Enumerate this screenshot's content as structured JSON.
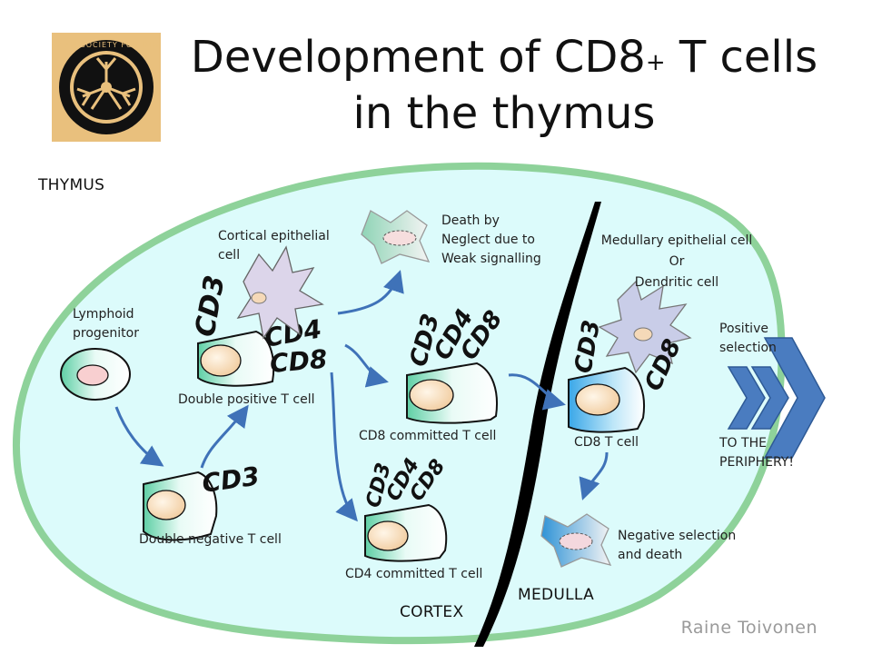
{
  "title": {
    "line1_main": "Development of CD8",
    "line1_sup": "+",
    "line1_end": " T cells",
    "line2": "in the thymus"
  },
  "logo": {
    "ring_text": "SCANDINAVIAN SOCIETY FOR IMMUNOLOGY"
  },
  "regions": {
    "thymus": "THYMUS",
    "cortex": "CORTEX",
    "medulla": "MEDULLA"
  },
  "labels": {
    "lymphoid": [
      "Lymphoid",
      "progenitor"
    ],
    "cortical_epithelial": [
      "Cortical epithelial",
      "cell"
    ],
    "double_positive": "Double positive T cell",
    "double_negative": "Double negative T cell",
    "death_neglect": [
      "Death by",
      "Neglect due to",
      "Weak signalling"
    ],
    "medullary": [
      "Medullary epithelial cell",
      "Or",
      "Dendritic cell"
    ],
    "cd8_committed": "CD8 committed T cell",
    "cd4_committed": "CD4 committed T cell",
    "cd8_cell": "CD8 T cell",
    "positive_selection": [
      "Positive",
      "selection"
    ],
    "periphery": [
      "TO THE",
      "PERIPHERY!"
    ],
    "negative_selection": [
      "Negative selection",
      "and death"
    ]
  },
  "markers": {
    "cd3": "CD3",
    "cd4": "CD4",
    "cd8": "CD8"
  },
  "credit": "Raine Toivonen",
  "colors": {
    "thymus_fill": "#dcfbfb",
    "thymus_border": "#8ed29a",
    "arrow": "#3f72b8",
    "chevron": "#4a7cc0"
  }
}
